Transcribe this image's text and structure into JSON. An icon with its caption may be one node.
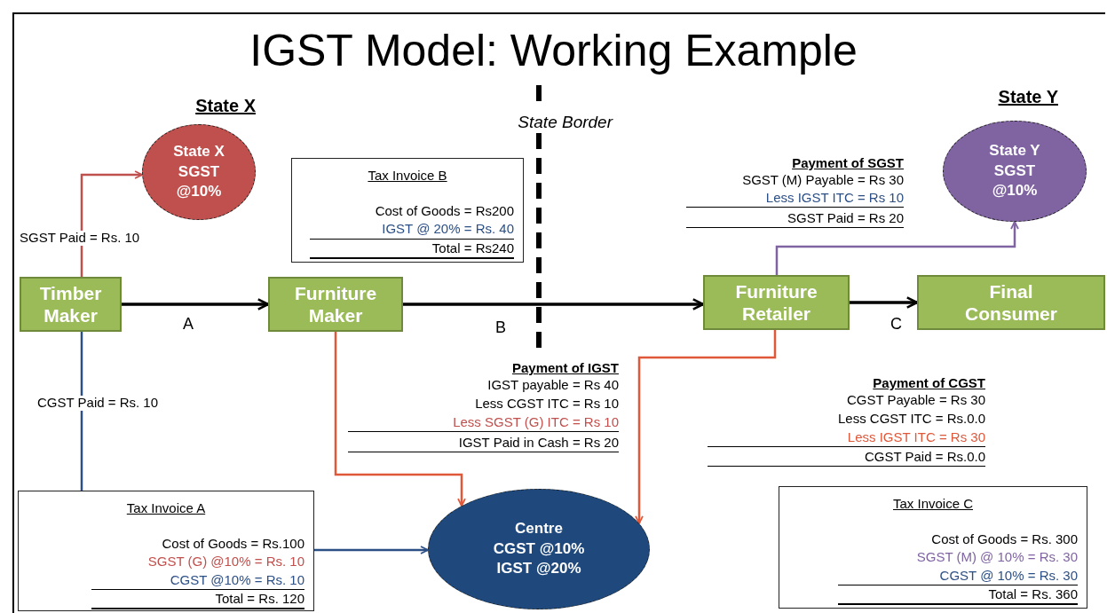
{
  "diagram": {
    "title": "IGST Model: Working Example",
    "nodes": [
      {
        "text": [
          "Timber Maker"
        ]
      },
      {
        "text": [
          "Furniture Maker"
        ]
      },
      {
        "text": [
          "Furniture Retailer"
        ]
      },
      {
        "text": [
          "Final Consumer"
        ]
      },
      {
        "text": [
          "State X SGST @10%"
        ]
      },
      {
        "text": [
          "State Y SGST @10%"
        ]
      },
      {
        "text": [
          "Centre CGST @10% IGST @20%"
        ]
      },
      {
        "text": [
          "Tax Invoice A",
          "Cost of Goods = Rs.100",
          "SGST (G) @10% = Rs. 10",
          "CGST @10% = Rs. 10",
          "Total = Rs. 120"
        ]
      },
      {
        "text": [
          "Tax Invoice B",
          "Cost of Goods = Rs200",
          "IGST @ 20% = Rs. 40",
          "Total = Rs240"
        ]
      },
      {
        "text": [
          "Tax Invoice C",
          "Cost of Goods = Rs. 300",
          "SGST (M) @ 10% = Rs. 30",
          "CGST @ 10% = Rs. 30",
          "Total = Rs. 360"
        ]
      }
    ],
    "edges": [
      {
        "from": 0,
        "to": 1,
        "arrow": "to",
        "label": "A"
      },
      {
        "from": 1,
        "to": 2,
        "arrow": "to",
        "label": "B"
      },
      {
        "from": 2,
        "to": 3,
        "arrow": "to",
        "label": "C"
      },
      {
        "from": 0,
        "to": 4,
        "arrow": "to",
        "label": "SGST Paid = Rs. 10",
        "color": "#c0504d"
      },
      {
        "from": 0,
        "to": 7,
        "arrow": "none",
        "label": "CGST Paid = Rs. 10",
        "color": "#2c4f85"
      },
      {
        "from": 7,
        "to": 6,
        "arrow": "to",
        "color": "#2c4f85"
      },
      {
        "from": 1,
        "to": 6,
        "arrow": "to",
        "color": "#e0583a"
      },
      {
        "from": 2,
        "to": 6,
        "arrow": "to",
        "color": "#e0583a"
      },
      {
        "from": 2,
        "to": 5,
        "arrow": "to",
        "color": "#8064a2"
      }
    ],
    "labels": [
      "State X",
      "State Border",
      "State Y",
      "Payment of SGST",
      "SGST (M) Payable = Rs 30",
      "Less IGST ITC = Rs 10",
      "SGST Paid = Rs 20",
      "Payment of IGST",
      "IGST payable = Rs 40",
      "Less CGST ITC = Rs 10",
      "Less SGST (G) ITC = Rs 10",
      "IGST Paid in Cash = Rs 20",
      "Payment of CGST",
      "CGST Payable = Rs 30",
      "Less CGST ITC = Rs.0.0",
      "Less IGST ITC = Rs 30",
      "CGST Paid = Rs.0.0"
    ]
  }
}
